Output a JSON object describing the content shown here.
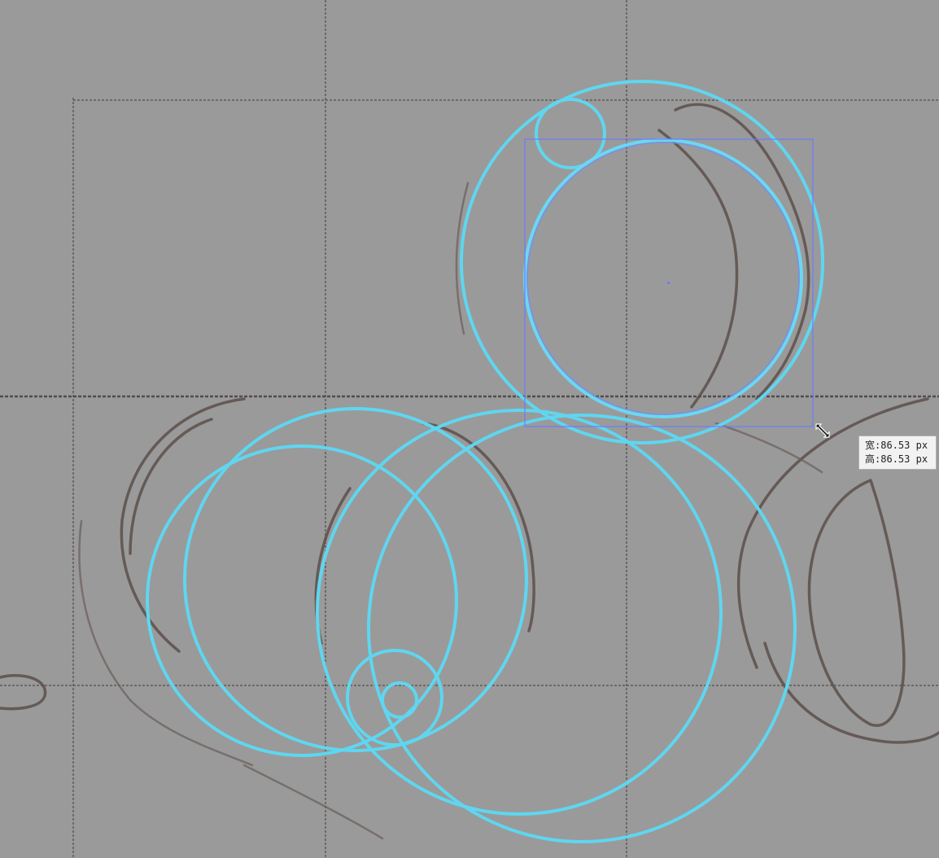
{
  "tooltip": {
    "width_label": "宽",
    "width_value": "86.53 px",
    "height_label": "高",
    "height_value": "86.53 px"
  },
  "colors": {
    "canvas_bg": "#9a9a9a",
    "circle_stroke": "#5fd6f0",
    "selection_box": "#6a7dff",
    "sketch_stroke": "#5c4f4a"
  },
  "icons": {
    "cursor": "resize-diagonal-cursor-icon"
  }
}
